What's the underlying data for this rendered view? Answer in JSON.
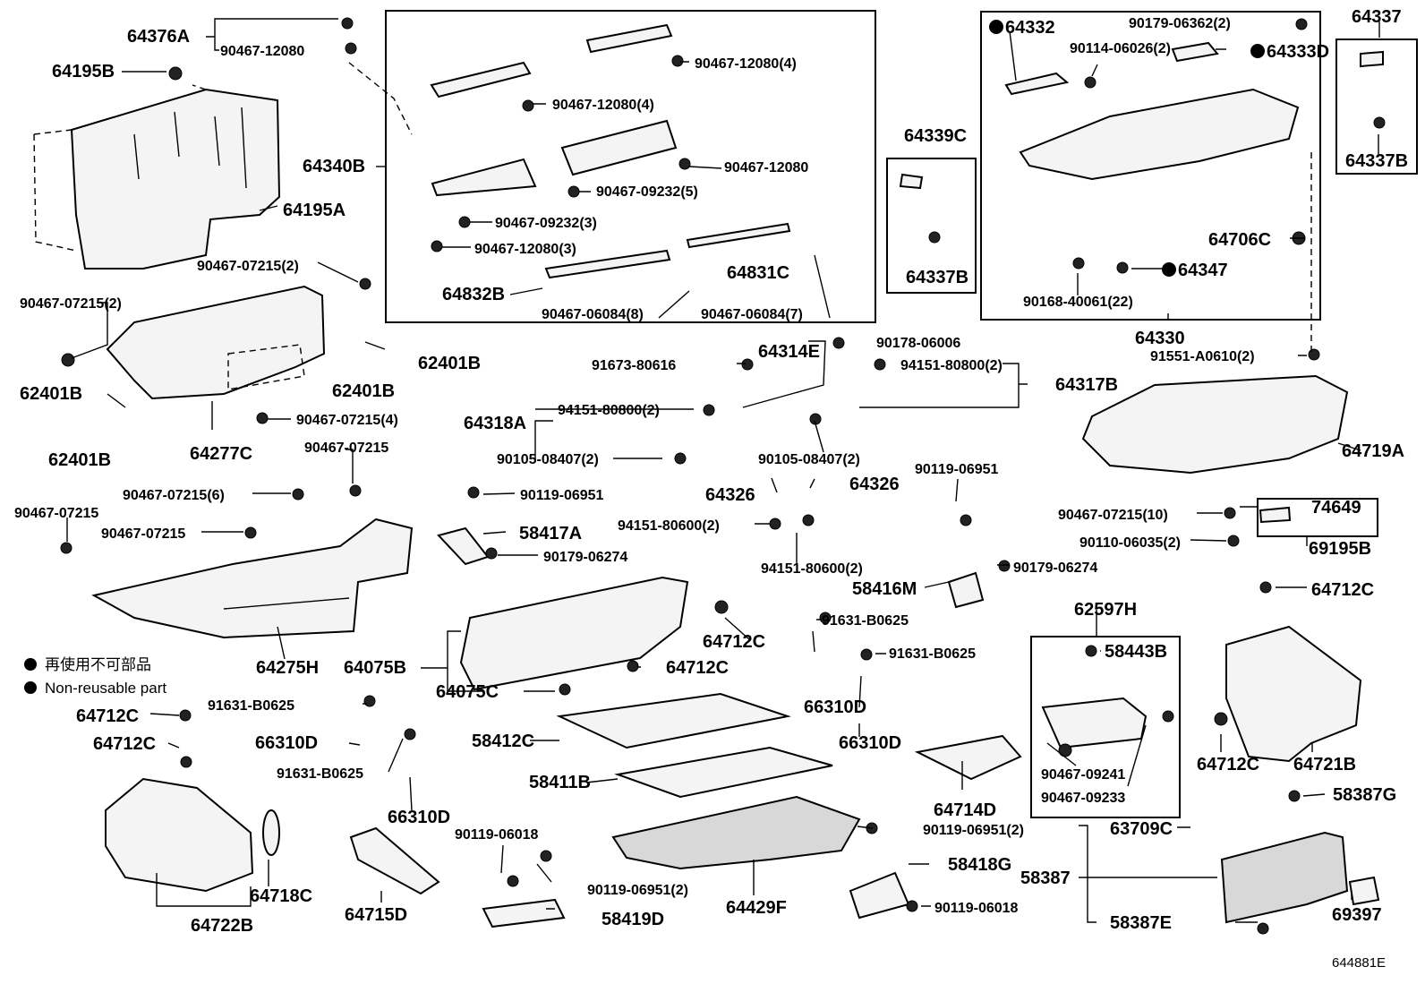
{
  "labels": {
    "l64376A": "64376A",
    "l9046712080a": "90467-12080",
    "l64195B": "64195B",
    "l64340B": "64340B",
    "l64195A": "64195A",
    "l9046712080_4a": "90467-12080(4)",
    "l9046712080_4b": "90467-12080(4)",
    "l9046712080b": "90467-12080",
    "l9046709232_5": "90467-09232(5)",
    "l9046709232_3": "90467-09232(3)",
    "l9046712080_3": "90467-12080(3)",
    "l64831C": "64831C",
    "l64832B": "64832B",
    "l9046706084_8": "90467-06084(8)",
    "l9046706084_7": "90467-06084(7)",
    "l64332": "64332",
    "l9017906362_2": "90179-06362(2)",
    "l9011406026_2": "90114-06026(2)",
    "l64333D": "64333D",
    "l64337": "64337",
    "l64337Ba": "64337B",
    "l64339C": "64339C",
    "l64337Bb": "64337B",
    "l64706C": "64706C",
    "l64347": "64347",
    "l9016840061_22": "90168-40061(22)",
    "l64330": "64330",
    "l9046707215_2a": "90467-07215(2)",
    "l9046707215_2b": "90467-07215(2)",
    "l62401Ba": "62401B",
    "l62401Bb": "62401B",
    "l62401Bc": "62401B",
    "l62401Bd": "62401B",
    "l64277C": "64277C",
    "l9046707215_4": "90467-07215(4)",
    "l64314E": "64314E",
    "l9017806006": "90178-06006",
    "l9167380616": "91673-80616",
    "l9415180800_2a": "94151-80800(2)",
    "l64317B": "64317B",
    "l91551A0610_2": "91551-A0610(2)",
    "l64318A": "64318A",
    "l9415180800_2b": "94151-80800(2)",
    "l9010508407_2a": "90105-08407(2)",
    "l9010508407_2b": "90105-08407(2)",
    "l64326a": "64326",
    "l64326b": "64326",
    "l9415180600_2a": "94151-80600(2)",
    "l9415180600_2b": "94151-80600(2)",
    "l64719A": "64719A",
    "l9046707215a": "90467-07215",
    "l9046707215_6": "90467-07215(6)",
    "l9046707215b": "90467-07215",
    "l9046707215c": "90467-07215",
    "l9011906951a": "90119-06951",
    "l58417A": "58417A",
    "l9017906274a": "90179-06274",
    "l9011906951b": "90119-06951",
    "l9046707215_10": "90467-07215(10)",
    "l74649": "74649",
    "l9011006035_2": "90110-06035(2)",
    "l69195B": "69195B",
    "l9017906274b": "90179-06274",
    "l58416M": "58416M",
    "l64712Ca": "64712C",
    "l64275H": "64275H",
    "l64075B": "64075B",
    "l64075C": "64075C",
    "l64712Cb": "64712C",
    "l64712Cc": "64712C",
    "l9163180625a": "91631-B0625",
    "l9163180625b": "91631-B0625",
    "l62597H": "62597H",
    "l58443B": "58443B",
    "l66310Da": "66310D",
    "l66310Db": "66310D",
    "l9163180625c": "91631-B0625",
    "l9163180625d": "91631-B0625",
    "l66310Dc": "66310D",
    "l66310Dd": "66310D",
    "l64712Cd": "64712C",
    "l64712Ce": "64712C",
    "l58412C": "58412C",
    "l58411B": "58411B",
    "l64714D": "64714D",
    "l9046709241": "90467-09241",
    "l9046709233": "90467-09233",
    "l64712Cf": "64712C",
    "l64721B": "64721B",
    "l64718C": "64718C",
    "l64722B": "64722B",
    "l64715D": "64715D",
    "l9011906018a": "90119-06018",
    "l9011906951_2a": "90119-06951(2)",
    "l58419D": "58419D",
    "l64429F": "64429F",
    "l9011906951_2b": "90119-06951(2)",
    "l58418G": "58418G",
    "l9011906018b": "90119-06018",
    "l58387G": "58387G",
    "l63709C": "63709C",
    "l58387": "58387",
    "l58387E": "58387E",
    "l69397": "69397"
  },
  "legend": {
    "jp": "再使用不可部品",
    "en": "Non-reusable part"
  },
  "figure_id": "644881E"
}
